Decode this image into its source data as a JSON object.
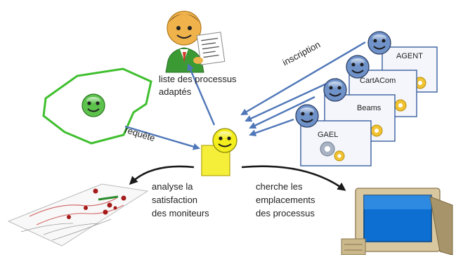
{
  "labels": {
    "list_line1": "liste des processus",
    "list_line2": "adaptés",
    "inscription": "inscription",
    "requete": "requête",
    "analyse_line1": "analyse la",
    "analyse_line2": "satisfaction",
    "analyse_line3": "des moniteurs",
    "cherche_line1": "cherche les",
    "cherche_line2": "emplacements",
    "cherche_line3": "des processus"
  },
  "agents": [
    {
      "name": "AGENT"
    },
    {
      "name": "CartACom"
    },
    {
      "name": "Beams"
    },
    {
      "name": "GAEL"
    }
  ],
  "colors": {
    "arrow_blue": "#4f77b8",
    "smiley_blue": "#6f92c9",
    "smiley_yellow": "#f3ee1c",
    "smiley_green": "#5cc24b",
    "region_outline": "#3fbf2e",
    "document_yellow": "#f6ef3a",
    "monitor_beige": "#d9c7a0"
  },
  "icons": [
    "person-icon",
    "paper-icon",
    "smiley-icon",
    "gear-icon",
    "computer-icon",
    "map-icon"
  ]
}
